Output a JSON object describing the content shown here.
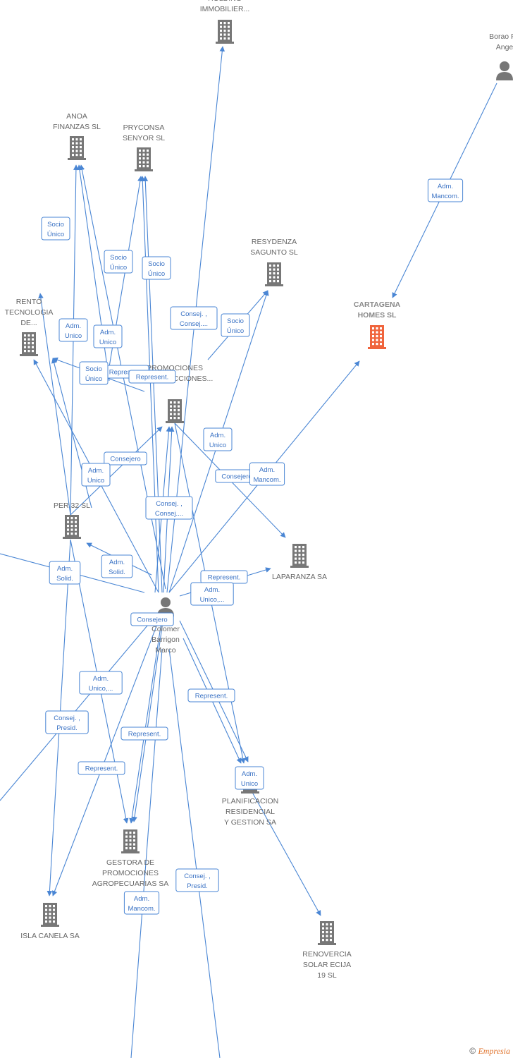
{
  "nodes": [
    {
      "id": "holding",
      "type": "company",
      "lines": [
        "HOLDING",
        "IMMOBILIER..."
      ]
    },
    {
      "id": "borao",
      "type": "person",
      "lines": [
        "Borao Pa",
        "Ange"
      ]
    },
    {
      "id": "anoa",
      "type": "company",
      "lines": [
        "ANOA",
        "FINANZAS SL"
      ]
    },
    {
      "id": "pryconsa",
      "type": "company",
      "lines": [
        "PRYCONSA",
        "SENYOR  SL"
      ]
    },
    {
      "id": "resydenza",
      "type": "company",
      "lines": [
        "RESYDENZA",
        "SAGUNTO  SL"
      ]
    },
    {
      "id": "cartagena",
      "type": "company",
      "main": true,
      "lines": [
        "CARTAGENA",
        "HOMES  SL"
      ]
    },
    {
      "id": "rento",
      "type": "company",
      "lines": [
        "RENTO",
        "TECNOLOGIA",
        "DE..."
      ]
    },
    {
      "id": "promociones",
      "type": "company",
      "lines": [
        "PROMOCIONES",
        "CONSTRUCCIONES..."
      ]
    },
    {
      "id": "per32",
      "type": "company",
      "lines": [
        "PER 32 SL"
      ]
    },
    {
      "id": "laparanza",
      "type": "company",
      "lines": [
        "LAPARANZA SA"
      ]
    },
    {
      "id": "colomer",
      "type": "person",
      "lines": [
        "Colomer",
        "Barrigon",
        "Marco"
      ]
    },
    {
      "id": "planificacion",
      "type": "company",
      "lines": [
        "PLANIFICACION",
        "RESIDENCIAL",
        "Y GESTION SA"
      ]
    },
    {
      "id": "gestora",
      "type": "company",
      "lines": [
        "GESTORA DE",
        "PROMOCIONES",
        "AGROPECUARIAS SA"
      ]
    },
    {
      "id": "isla",
      "type": "company",
      "lines": [
        "ISLA CANELA SA"
      ]
    },
    {
      "id": "renovercia",
      "type": "company",
      "lines": [
        "RENOVERCIA",
        "SOLAR ECIJA",
        "19 SL"
      ]
    }
  ],
  "relations": [
    {
      "id": "r1",
      "lines": [
        "Adm.",
        "Mancom."
      ]
    },
    {
      "id": "r2",
      "lines": [
        "Socio",
        "Único"
      ]
    },
    {
      "id": "r3",
      "lines": [
        "Socio",
        "Único"
      ]
    },
    {
      "id": "r4",
      "lines": [
        "Socio",
        "Único"
      ]
    },
    {
      "id": "r5",
      "lines": [
        "Consej. ,",
        "Consej...."
      ]
    },
    {
      "id": "r6",
      "lines": [
        "Socio",
        "Único"
      ]
    },
    {
      "id": "r7",
      "lines": [
        "Adm.",
        "Unico"
      ]
    },
    {
      "id": "r8",
      "lines": [
        "Adm.",
        "Unico"
      ]
    },
    {
      "id": "r9",
      "lines": [
        "Represent."
      ]
    },
    {
      "id": "r10",
      "lines": [
        "Socio",
        "Único"
      ]
    },
    {
      "id": "r11",
      "lines": [
        "Represent."
      ]
    },
    {
      "id": "r12",
      "lines": [
        "Adm.",
        "Unico"
      ]
    },
    {
      "id": "r13",
      "lines": [
        "Consejero"
      ]
    },
    {
      "id": "r14",
      "lines": [
        "Adm.",
        "Unico"
      ]
    },
    {
      "id": "r15",
      "lines": [
        "Consejero"
      ]
    },
    {
      "id": "r16",
      "lines": [
        "Adm.",
        "Mancom."
      ]
    },
    {
      "id": "r17",
      "lines": [
        "Consej. ,",
        "Consej...."
      ]
    },
    {
      "id": "r18",
      "lines": [
        "Adm.",
        "Solid."
      ]
    },
    {
      "id": "r19",
      "lines": [
        "Adm.",
        "Solid."
      ]
    },
    {
      "id": "r20",
      "lines": [
        "Represent."
      ]
    },
    {
      "id": "r21",
      "lines": [
        "Adm.",
        "Unico,..."
      ]
    },
    {
      "id": "r22",
      "lines": [
        "Consejero"
      ]
    },
    {
      "id": "r23",
      "lines": [
        "Adm.",
        "Unico,..."
      ]
    },
    {
      "id": "r24",
      "lines": [
        "Represent."
      ]
    },
    {
      "id": "r25",
      "lines": [
        "Consej. ,",
        "Presid."
      ]
    },
    {
      "id": "r26",
      "lines": [
        "Represent."
      ]
    },
    {
      "id": "r27",
      "lines": [
        "Represent."
      ]
    },
    {
      "id": "r28",
      "lines": [
        "Adm.",
        "Unico"
      ]
    },
    {
      "id": "r29",
      "lines": [
        "Consej. ,",
        "Presid."
      ]
    },
    {
      "id": "r30",
      "lines": [
        "Adm.",
        "Mancom."
      ]
    }
  ],
  "colors": {
    "edge": "#4a86d4",
    "company_icon": "#777777",
    "main_icon": "#f0643c",
    "person_icon": "#777777"
  },
  "footer": {
    "copyright": "©",
    "brand": "Empresia"
  }
}
